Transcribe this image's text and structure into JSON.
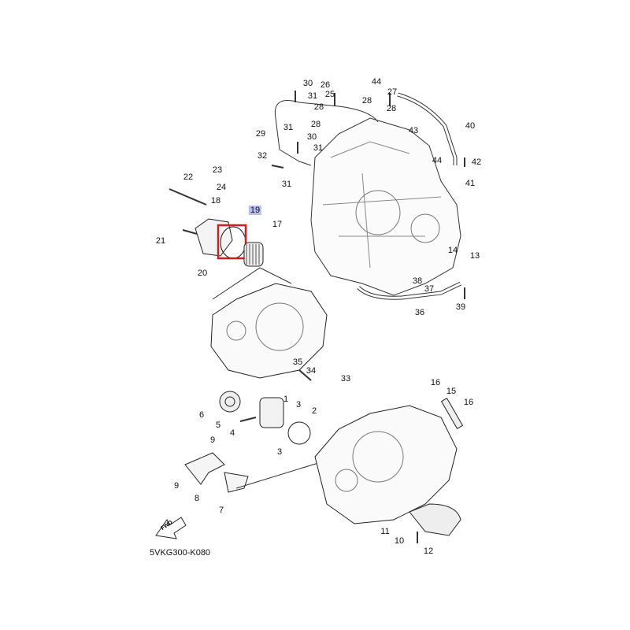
{
  "diagram": {
    "code": "5VKG300-K080",
    "fwd_label": "FWD",
    "highlighted_part": "19",
    "highlight_color": "#cc1f1f",
    "callouts": [
      "30",
      "26",
      "25",
      "44",
      "27",
      "31",
      "28",
      "28",
      "28",
      "28",
      "31",
      "40",
      "43",
      "29",
      "30",
      "31",
      "32",
      "44",
      "42",
      "31",
      "41",
      "22",
      "23",
      "24",
      "18",
      "19",
      "17",
      "21",
      "20",
      "14",
      "13",
      "38",
      "37",
      "39",
      "36",
      "35",
      "34",
      "33",
      "16",
      "15",
      "16",
      "1",
      "6",
      "3",
      "2",
      "4",
      "5",
      "3",
      "9",
      "9",
      "8",
      "7",
      "11",
      "10",
      "12"
    ]
  }
}
